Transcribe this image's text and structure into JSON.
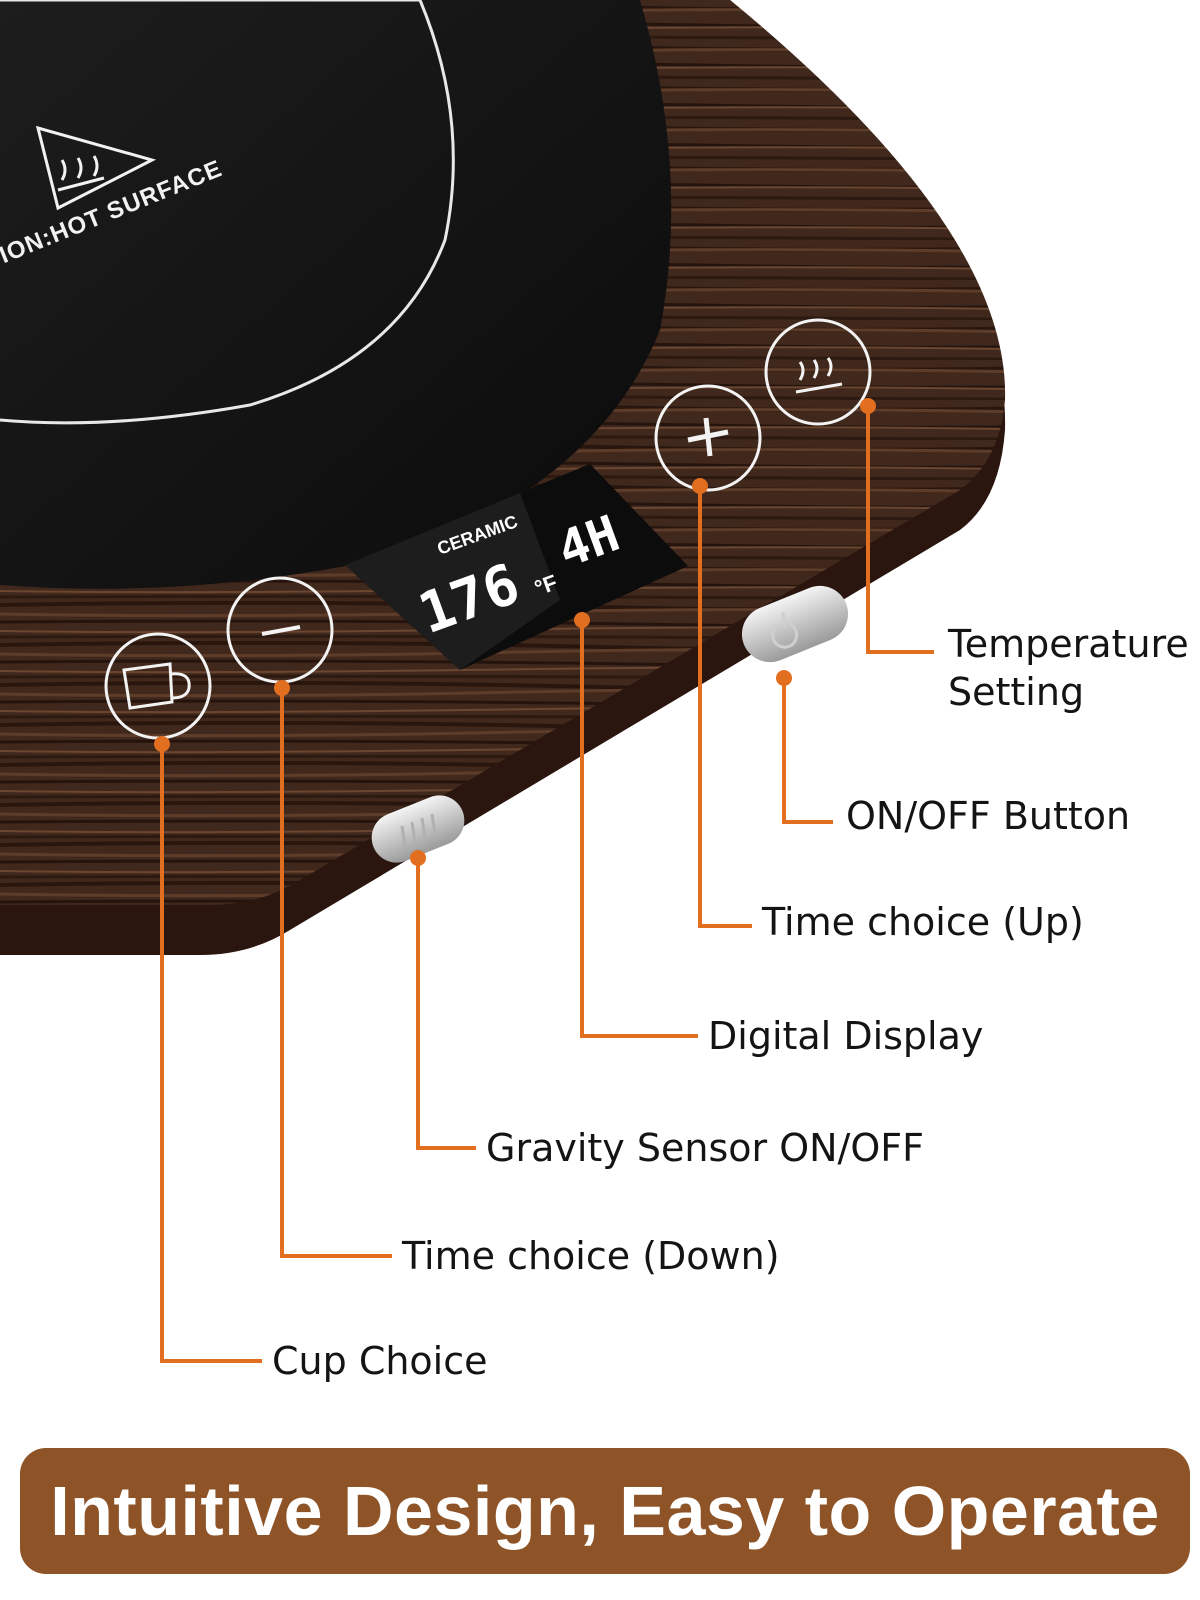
{
  "colors": {
    "accent_line": "#E26E1F",
    "banner_bg": "#8E5427",
    "wood_dark": "#3A2217",
    "wood_mid": "#5C3A28",
    "plate": "#161616",
    "display_bg": "#0E0E0E",
    "label_text": "#141414"
  },
  "device": {
    "plate_warning": "CAUTION:HOT SURFACE",
    "display_badge": "CERAMIC",
    "display_temperature": "176",
    "display_unit": "°F",
    "display_timer": "4H",
    "icons": [
      "heat-warning-icon",
      "cup-icon",
      "minus-icon",
      "plus-icon",
      "steam-icon",
      "power-icon",
      "grip-icon"
    ]
  },
  "callouts": [
    {
      "id": "temp",
      "text": "Temperature\nSetting"
    },
    {
      "id": "onoff",
      "text": "ON/OFF Button"
    },
    {
      "id": "up",
      "text": "Time choice (Up)"
    },
    {
      "id": "disp",
      "text": "Digital Display"
    },
    {
      "id": "grav",
      "text": "Gravity Sensor ON/OFF"
    },
    {
      "id": "down",
      "text": "Time choice (Down)"
    },
    {
      "id": "cup",
      "text": "Cup Choice"
    }
  ],
  "banner": {
    "text": "Intuitive Design, Easy to Operate"
  }
}
